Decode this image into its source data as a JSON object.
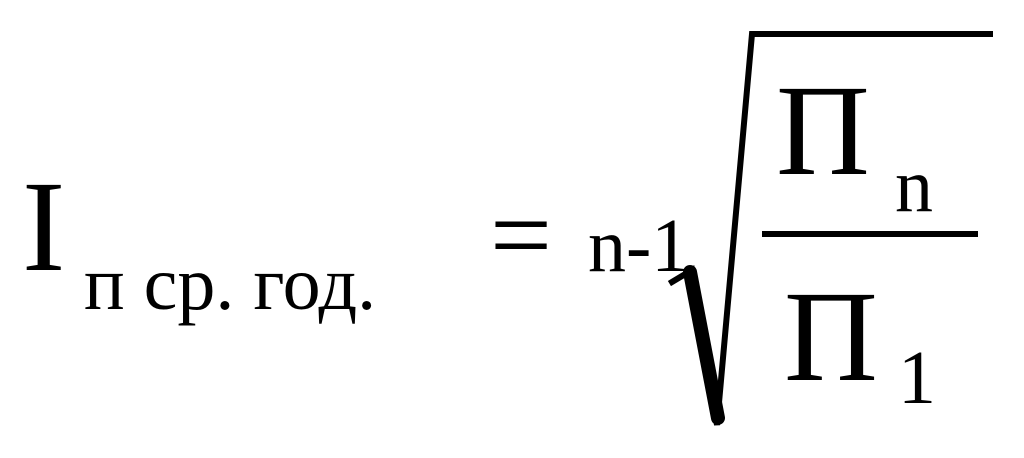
{
  "formula": {
    "lhs": {
      "symbol": "I",
      "subscript": "п ср. год."
    },
    "equals": "=",
    "rhs": {
      "root_index": "n-1",
      "numerator": {
        "symbol": "П",
        "subscript": "n"
      },
      "denominator": {
        "symbol": "П",
        "subscript": "1"
      }
    }
  }
}
